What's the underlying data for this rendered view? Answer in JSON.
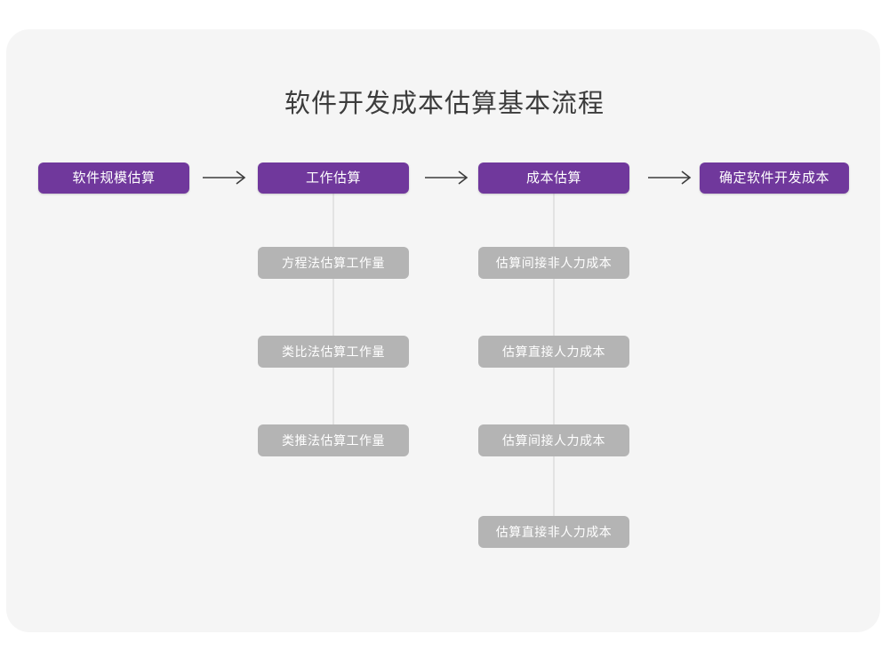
{
  "page": {
    "background": "#ffffff",
    "card_background": "#f5f5f5"
  },
  "diagram": {
    "title": "软件开发成本估算基本流程",
    "type": "flowchart",
    "colors": {
      "primary_node": "#70389c",
      "secondary_node": "#b4b4b4",
      "node_text": "#ffffff",
      "title_text": "#3c3c3c",
      "connector": "#e3e3e3",
      "arrow": "#3c3c3c"
    },
    "main_steps": [
      {
        "id": "step1",
        "label": "软件规模估算"
      },
      {
        "id": "step2",
        "label": "工作估算"
      },
      {
        "id": "step3",
        "label": "成本估算"
      },
      {
        "id": "step4",
        "label": "确定软件开发成本"
      }
    ],
    "arrows": [
      {
        "id": "arrow1",
        "from": "step1",
        "to": "step2",
        "glyph": "right-arrow"
      },
      {
        "id": "arrow2",
        "from": "step2",
        "to": "step3",
        "glyph": "right-arrow"
      },
      {
        "id": "arrow3",
        "from": "step3",
        "to": "step4",
        "glyph": "right-arrow"
      }
    ],
    "branches": [
      {
        "parent": "step2",
        "items": [
          "方程法估算工作量",
          "类比法估算工作量",
          "类推法估算工作量"
        ]
      },
      {
        "parent": "step3",
        "items": [
          "估算间接非人力成本",
          "估算直接人力成本",
          "估算间接人力成本",
          "估算直接非人力成本"
        ]
      }
    ]
  }
}
